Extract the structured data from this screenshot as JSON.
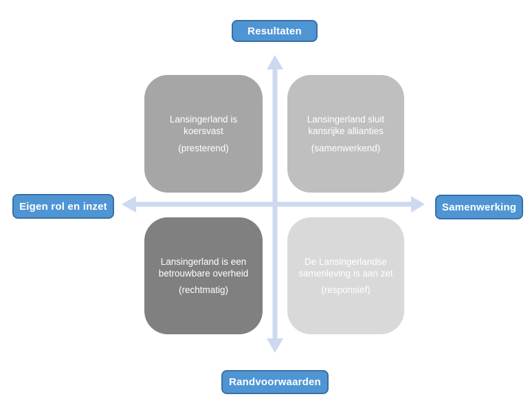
{
  "diagram": {
    "axis_labels": {
      "top": "Resultaten",
      "bottom": "Randvoorwaarden",
      "left": "Eigen rol en inzet",
      "right": "Samenwerking"
    },
    "quadrants": {
      "top_left": {
        "title": "Lansingerland is koersvast",
        "subtitle": "(presterend)"
      },
      "top_right": {
        "title": "Lansingerland sluit kansrijke allianties",
        "subtitle": "(samenwerkend)"
      },
      "bottom_left": {
        "title": "Lansingerland is een betrouwbare overheid",
        "subtitle": "(rechtmatig)"
      },
      "bottom_right": {
        "title": "De Lansingerlandse samenleving is aan zet",
        "subtitle": "(responsief)"
      }
    },
    "colors": {
      "label_fill": "#4f95d4",
      "label_border": "#3a6ea5",
      "label_text": "#ffffff",
      "arrow": "#ccd9f0",
      "quadrant_top_left": "#a6a6a6",
      "quadrant_top_right": "#bfbfbf",
      "quadrant_bottom_left": "#808080",
      "quadrant_bottom_right": "#d9d9d9",
      "quadrant_text": "#ffffff"
    }
  }
}
